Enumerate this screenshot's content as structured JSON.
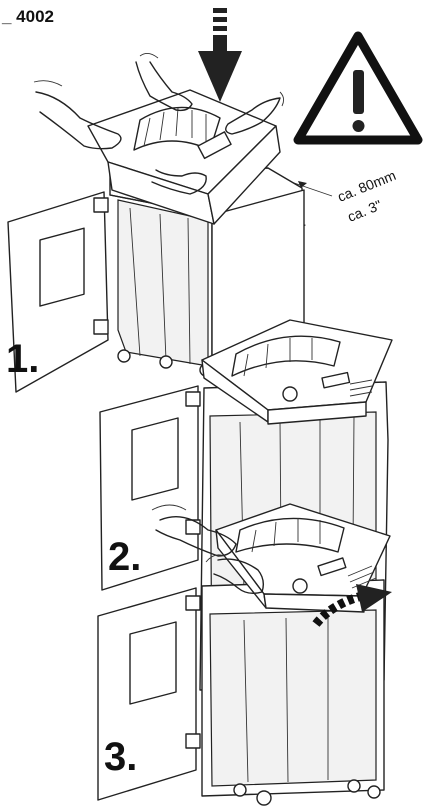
{
  "header": {
    "model": "_ 4002"
  },
  "warning": {
    "icon": "warning-triangle-icon"
  },
  "dimension": {
    "metric": "ca. 80mm",
    "imperial": "ca. 3\""
  },
  "steps": [
    {
      "label": "1."
    },
    {
      "label": "2."
    },
    {
      "label": "3."
    }
  ],
  "colors": {
    "ink": "#222222",
    "paper": "#ffffff"
  }
}
